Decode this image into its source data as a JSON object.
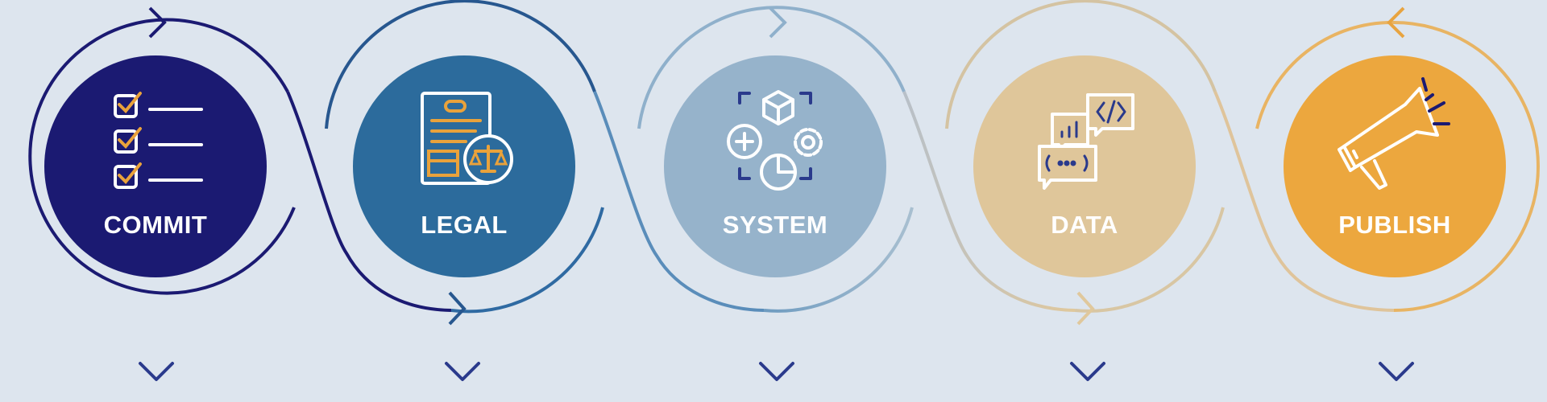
{
  "stages": [
    {
      "key": "commit",
      "label": "COMMIT",
      "icon": "checklist-icon",
      "color": "#1b1a72",
      "ring": "#1b1a72",
      "icon_accent": "#e9a23b",
      "expand_icon": "chevron-down-icon"
    },
    {
      "key": "legal",
      "label": "LEGAL",
      "icon": "legal-document-icon",
      "color": "#2c6b9c",
      "ring": "#27578f",
      "icon_accent": "#e9a23b",
      "expand_icon": "chevron-down-icon"
    },
    {
      "key": "system",
      "label": "SYSTEM",
      "icon": "system-modules-icon",
      "color": "#96b3cb",
      "ring": "#6e9bc0",
      "icon_accent": "#2a3a8c",
      "expand_icon": "chevron-down-icon"
    },
    {
      "key": "data",
      "label": "DATA",
      "icon": "data-chat-icon",
      "color": "#dfc69a",
      "ring": "#d9c39c",
      "icon_accent": "#2a3a8c",
      "expand_icon": "chevron-down-icon"
    },
    {
      "key": "publish",
      "label": "PUBLISH",
      "icon": "megaphone-icon",
      "color": "#eca73e",
      "ring": "#e8b463",
      "icon_accent": "#1b1a72",
      "expand_icon": "chevron-down-icon"
    }
  ],
  "colors": {
    "background": "#dde5ee",
    "chevron": "#2a3a8c",
    "label": "#ffffff"
  }
}
